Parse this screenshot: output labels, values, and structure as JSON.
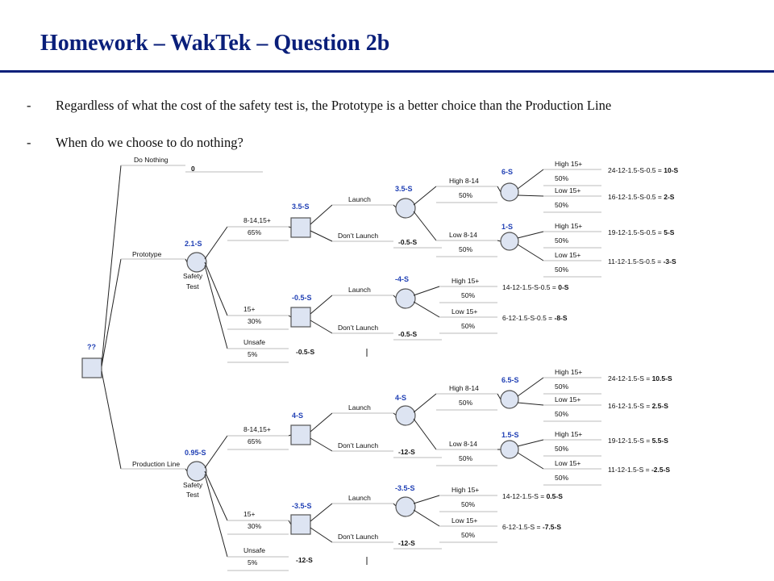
{
  "title": "Homework – WakTek – Question 2b",
  "bullets": [
    {
      "marker": "-",
      "text": "Regardless of what the cost of the safety test is, the Prototype is a better choice than the Production Line"
    },
    {
      "marker": "-",
      "text": "When do we choose to do nothing?"
    }
  ],
  "colors": {
    "title": "#0a1f7a",
    "value_label": "#1f3fb4",
    "node_fill": "#dde4f2",
    "node_stroke": "#555555",
    "line": "#222222"
  },
  "tree": {
    "root": {
      "value": "??"
    },
    "do_nothing": {
      "label": "Do Nothing",
      "payoff": "0"
    },
    "branches": [
      {
        "label": "Prototype",
        "value": "2.1-S",
        "test_label": [
          "Safety",
          "Test"
        ],
        "outcomes": [
          {
            "label": "8-14,15+",
            "prob": "65%",
            "decision_value": "3.5-S",
            "launch": {
              "label": "Launch",
              "value": "3.5-S",
              "chances": [
                {
                  "label": "High 8-14",
                  "prob": "50%",
                  "value": "6-S",
                  "leaves": [
                    {
                      "label": "High 15+",
                      "prob": "50%",
                      "formula": "24-12-1.5-S-0.5 = ",
                      "result": "10-S"
                    },
                    {
                      "label": "Low 15+",
                      "prob": "50%",
                      "formula": "16-12-1.5-S-0.5 = ",
                      "result": "2-S"
                    }
                  ]
                },
                {
                  "label": "Low 8-14",
                  "prob": "50%",
                  "value": "1-S",
                  "leaves": [
                    {
                      "label": "High 15+",
                      "prob": "50%",
                      "formula": "19-12-1.5-S-0.5 = ",
                      "result": "5-S"
                    },
                    {
                      "label": "Low 15+",
                      "prob": "50%",
                      "formula": "11-12-1.5-S-0.5 = ",
                      "result": "-3-S"
                    }
                  ]
                }
              ]
            },
            "dont": {
              "label": "Don’t Launch",
              "value": "-0.5-S"
            }
          },
          {
            "label": "15+",
            "prob": "30%",
            "decision_value": "-0.5-S",
            "launch": {
              "label": "Launch",
              "value": "-4-S",
              "leaves": [
                {
                  "label": "High 15+",
                  "prob": "50%",
                  "formula": "14-12-1.5-S-0.5 = ",
                  "result": "0-S"
                },
                {
                  "label": "Low 15+",
                  "prob": "50%",
                  "formula": "6-12-1.5-S-0.5 = ",
                  "result": "-8-S"
                }
              ]
            },
            "dont": {
              "label": "Don’t Launch",
              "value": "-0.5-S"
            }
          },
          {
            "label": "Unsafe",
            "prob": "5%",
            "value": "-0.5-S"
          }
        ]
      },
      {
        "label": "Production Line",
        "value": "0.95-S",
        "test_label": [
          "Safety",
          "Test"
        ],
        "outcomes": [
          {
            "label": "8-14,15+",
            "prob": "65%",
            "decision_value": "4-S",
            "launch": {
              "label": "Launch",
              "value": "4-S",
              "chances": [
                {
                  "label": "High 8-14",
                  "prob": "50%",
                  "value": "6.5-S",
                  "leaves": [
                    {
                      "label": "High 15+",
                      "prob": "50%",
                      "formula": "24-12-1.5-S = ",
                      "result": "10.5-S"
                    },
                    {
                      "label": "Low 15+",
                      "prob": "50%",
                      "formula": "16-12-1.5-S = ",
                      "result": "2.5-S"
                    }
                  ]
                },
                {
                  "label": "Low 8-14",
                  "prob": "50%",
                  "value": "1.5-S",
                  "leaves": [
                    {
                      "label": "High 15+",
                      "prob": "50%",
                      "formula": "19-12-1.5-S = ",
                      "result": "5.5-S"
                    },
                    {
                      "label": "Low 15+",
                      "prob": "50%",
                      "formula": "11-12-1.5-S = ",
                      "result": "-2.5-S"
                    }
                  ]
                }
              ]
            },
            "dont": {
              "label": "Don’t Launch",
              "value": "-12-S"
            }
          },
          {
            "label": "15+",
            "prob": "30%",
            "decision_value": "-3.5-S",
            "launch": {
              "label": "Launch",
              "value": "-3.5-S",
              "leaves": [
                {
                  "label": "High 15+",
                  "prob": "50%",
                  "formula": "14-12-1.5-S = ",
                  "result": "0.5-S"
                },
                {
                  "label": "Low 15+",
                  "prob": "50%",
                  "formula": "6-12-1.5-S = ",
                  "result": "-7.5-S"
                }
              ]
            },
            "dont": {
              "label": "Don’t Launch",
              "value": "-12-S"
            }
          },
          {
            "label": "Unsafe",
            "prob": "5%",
            "value": "-12-S"
          }
        ]
      }
    ]
  }
}
